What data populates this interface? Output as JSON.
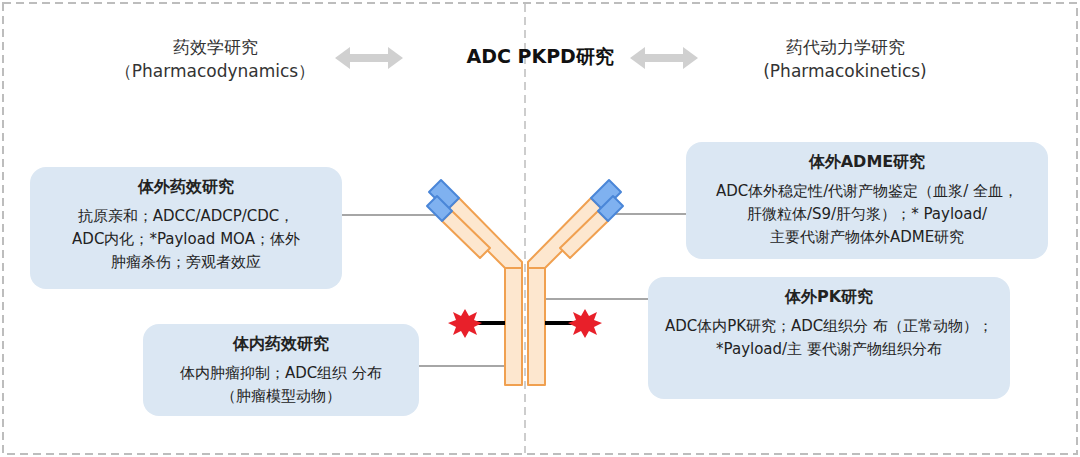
{
  "diagram": {
    "title": "ADC PKPD研究",
    "nodes": [
      {
        "text": [
          "体外药效研究",
          "抗原亲和；ADCC/ADCP/CDC， ADC内化；*Payload MOA；体外 肿瘤杀伤；旁观者效应"
        ]
      },
      {
        "text": [
          "体内药效研究",
          "体内肿瘤抑制；ADC组织 分布（肿瘤模型动物）"
        ]
      },
      {
        "text": [
          "体外ADME研究",
          "ADC体外稳定性/代谢产物鉴定（血浆/ 全血，肝微粒体/S9/肝匀浆）；* Payload/主要代谢产物体外ADME研究"
        ]
      },
      {
        "text": [
          "体外PK研究",
          "ADC体内PK研究；ADC组织分 布（正常动物）；*Payload/主 要代谢产物组织分布"
        ]
      }
    ],
    "labels": [
      "药效学研究 （Pharmacodynamics）",
      "药代动力学研究 (Pharmacokinetics)"
    ]
  }
}
